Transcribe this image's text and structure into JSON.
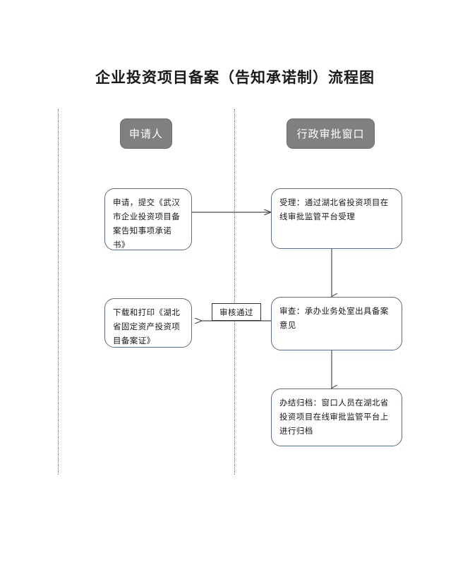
{
  "diagram": {
    "title": "企业投资项目备案（告知承诺制）流程图",
    "type": "swimlane-flowchart",
    "lanes": [
      {
        "id": "applicant",
        "label": "申请人"
      },
      {
        "id": "approval-window",
        "label": "行政审批窗口"
      }
    ],
    "nodes": [
      {
        "id": "apply",
        "lane": "applicant",
        "text": "申请，提交《武汉市企业投资项目备案告知事项承诺书》"
      },
      {
        "id": "accept",
        "lane": "approval-window",
        "text": "受理：通过湖北省投资项目在线审批监管平台受理"
      },
      {
        "id": "review",
        "lane": "approval-window",
        "text": "审查：承办业务处室出具备案意见"
      },
      {
        "id": "download",
        "lane": "applicant",
        "text": "下载和打印《湖北省固定资产投资项目备案证》"
      },
      {
        "id": "archive",
        "lane": "approval-window",
        "text": "办结归档：窗口人员在湖北省投资项目在线审批监管平台上进行归档"
      }
    ],
    "edges": [
      {
        "id": "apply-to-accept",
        "from": "apply",
        "to": "accept",
        "label": ""
      },
      {
        "id": "accept-to-review",
        "from": "accept",
        "to": "review",
        "label": ""
      },
      {
        "id": "review-to-download",
        "from": "review",
        "to": "download",
        "label": "审核通过"
      },
      {
        "id": "review-to-archive",
        "from": "review",
        "to": "archive",
        "label": ""
      }
    ],
    "colors": {
      "lane_header_fill": "#808080",
      "lane_header_text": "#ffffff",
      "node_border": "#5b6a86",
      "node_fill": "#ffffff",
      "connector": "#4a4a4a",
      "divider": "#6f6f6f",
      "title_text": "#1a1a1a"
    }
  }
}
